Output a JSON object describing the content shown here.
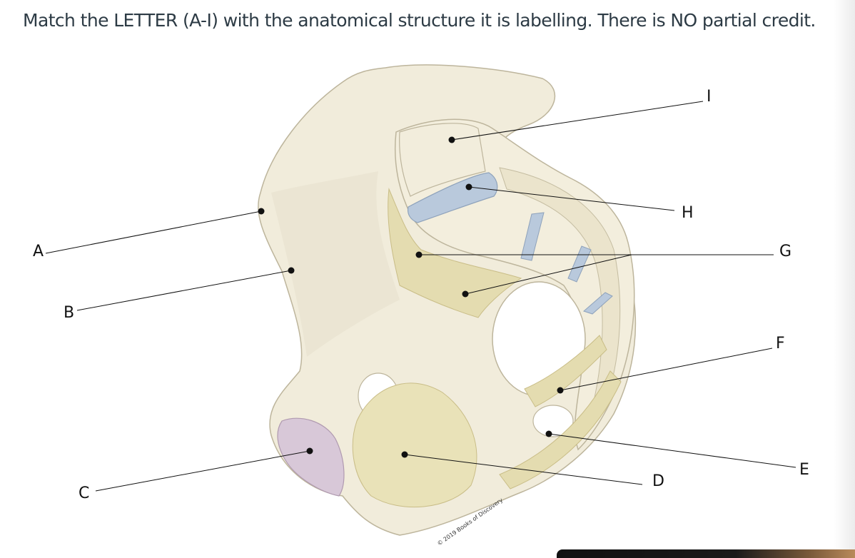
{
  "question": {
    "text": "Match the LETTER (A-I) with the anatomical structure it is labelling.  There is NO partial credit."
  },
  "labels": [
    {
      "letter": "A"
    },
    {
      "letter": "B"
    },
    {
      "letter": "C"
    },
    {
      "letter": "D"
    },
    {
      "letter": "E"
    },
    {
      "letter": "F"
    },
    {
      "letter": "G"
    },
    {
      "letter": "H"
    },
    {
      "letter": "I"
    }
  ],
  "credit": "© 2019 Books of Discovery",
  "colors": {
    "bone": "#f1ecdb",
    "bone_shadow": "#d9d2bb",
    "ligament": "#e4dcb0",
    "cartilage_disc": "#b9c9dc",
    "pubic_symphysis": "#d8c8d8",
    "text": "#2d3b45"
  }
}
